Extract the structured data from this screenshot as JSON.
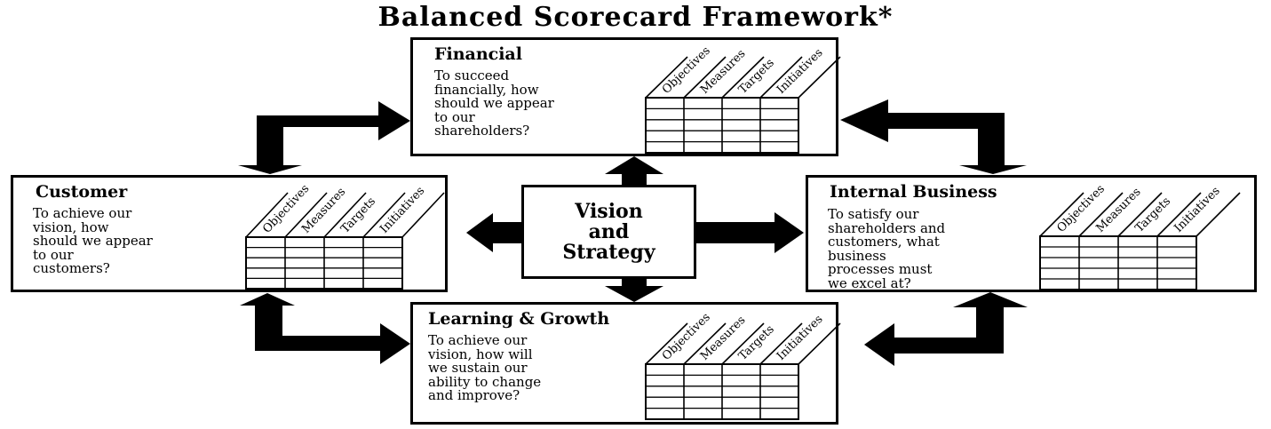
{
  "title": "Balanced Scorecard Framework*",
  "center": {
    "lines": [
      "Vision",
      "and",
      "Strategy"
    ]
  },
  "columns": [
    "Objectives",
    "Measures",
    "Targets",
    "Initiatives"
  ],
  "perspectives": [
    {
      "id": "financial",
      "name": "Financial",
      "question": [
        "To succeed",
        "financially, how",
        "should we appear",
        "to our",
        "shareholders?"
      ]
    },
    {
      "id": "customer",
      "name": "Customer",
      "question": [
        "To achieve our",
        "vision, how",
        "should we appear",
        "to our",
        "customers?"
      ]
    },
    {
      "id": "internal-business",
      "name": "Internal Business",
      "question": [
        "To satisfy our",
        "shareholders and",
        "customers, what",
        "business",
        "processes must",
        "we excel at?"
      ]
    },
    {
      "id": "learning-growth",
      "name": "Learning & Growth",
      "question": [
        "To achieve our",
        "vision, how will",
        "we sustain our",
        "ability to change",
        "and improve?"
      ]
    }
  ]
}
